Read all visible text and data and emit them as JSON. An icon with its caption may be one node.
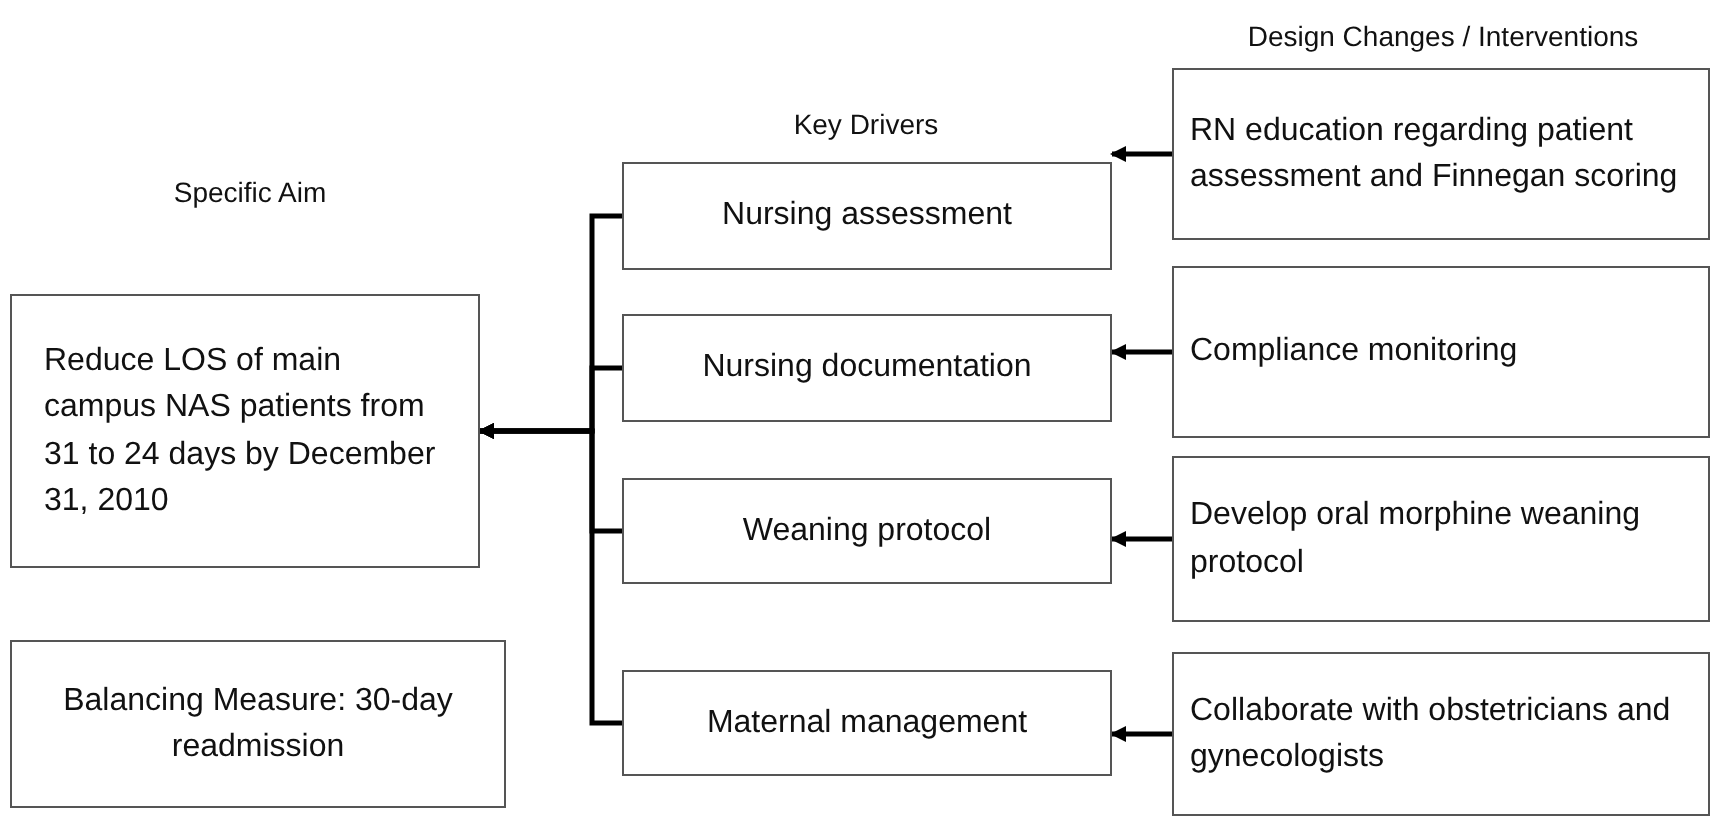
{
  "diagram": {
    "nodes": [
      {
        "text": [
          "Reduce LOS of main campus NAS patients from  31 to 24 days by December 31, 2010"
        ]
      },
      {
        "text": [
          "Balancing Measure: 30-day readmission"
        ]
      },
      {
        "text": [
          "Nursing assessment"
        ]
      },
      {
        "text": [
          "Nursing documentation"
        ]
      },
      {
        "text": [
          "Weaning protocol"
        ]
      },
      {
        "text": [
          "Maternal management"
        ]
      },
      {
        "text": [
          "RN education regarding patient assessment and Finnegan scoring"
        ]
      },
      {
        "text": [
          "Compliance monitoring"
        ]
      },
      {
        "text": [
          "Develop oral morphine weaning protocol"
        ]
      },
      {
        "text": [
          "Collaborate with obstetricians and gynecologists"
        ]
      }
    ],
    "edges": [
      {
        "from": 2,
        "to": 0,
        "arrow": "to"
      },
      {
        "from": 3,
        "to": 0,
        "arrow": "to"
      },
      {
        "from": 4,
        "to": 0,
        "arrow": "to"
      },
      {
        "from": 5,
        "to": 0,
        "arrow": "to"
      },
      {
        "from": 6,
        "to": 2,
        "arrow": "to"
      },
      {
        "from": 7,
        "to": 3,
        "arrow": "to"
      },
      {
        "from": 8,
        "to": 4,
        "arrow": "to"
      },
      {
        "from": 9,
        "to": 5,
        "arrow": "to"
      }
    ],
    "labels": [
      "Design Changes / Interventions",
      "Key Drivers",
      "Specific Aim"
    ]
  }
}
